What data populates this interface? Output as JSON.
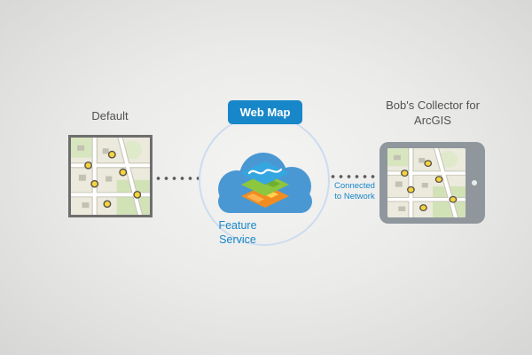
{
  "diagram": {
    "left_node": {
      "label": "Default",
      "type": "map-thumbnail"
    },
    "center_node": {
      "badge": "Web Map",
      "caption": "Feature Service"
    },
    "right_node": {
      "label": "Bob's Collector for ArcGIS",
      "type": "tablet"
    },
    "links": {
      "right_link_label": "Connected to Network"
    }
  },
  "colors": {
    "accent_blue": "#1787c9",
    "cloud_blue": "#4a98d3",
    "halo_blue": "#cddcef",
    "text_gray": "#525252",
    "tablet_gray": "#8f979d",
    "poi_yellow": "#f6d33c"
  }
}
